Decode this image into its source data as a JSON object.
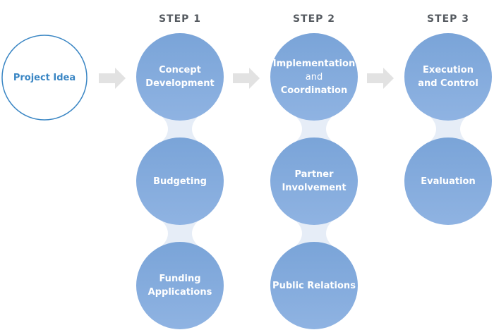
{
  "colors": {
    "circle_top": "#7ba5d9",
    "circle_bottom": "#8cb1e1",
    "connector": "#e6edf7",
    "arrow": "#e2e2e2",
    "idea_border": "#3a86c4",
    "idea_text": "#3a86c4",
    "step_text": "#555a60"
  },
  "project_idea": {
    "label": "Project Idea"
  },
  "steps": [
    {
      "title": "STEP 1",
      "nodes": [
        {
          "lines": [
            "Concept",
            "Development"
          ]
        },
        {
          "lines": [
            "Budgeting"
          ]
        },
        {
          "lines": [
            "Funding",
            "Applications"
          ]
        }
      ]
    },
    {
      "title": "STEP 2",
      "nodes": [
        {
          "lines": [
            "Implementation",
            "and",
            "Coordination"
          ]
        },
        {
          "lines": [
            "Partner",
            "Involvement"
          ]
        },
        {
          "lines": [
            "Public Relations"
          ]
        }
      ]
    },
    {
      "title": "STEP 3",
      "nodes": [
        {
          "lines": [
            "Execution",
            "and Control"
          ]
        },
        {
          "lines": [
            "Evaluation"
          ]
        }
      ]
    }
  ]
}
